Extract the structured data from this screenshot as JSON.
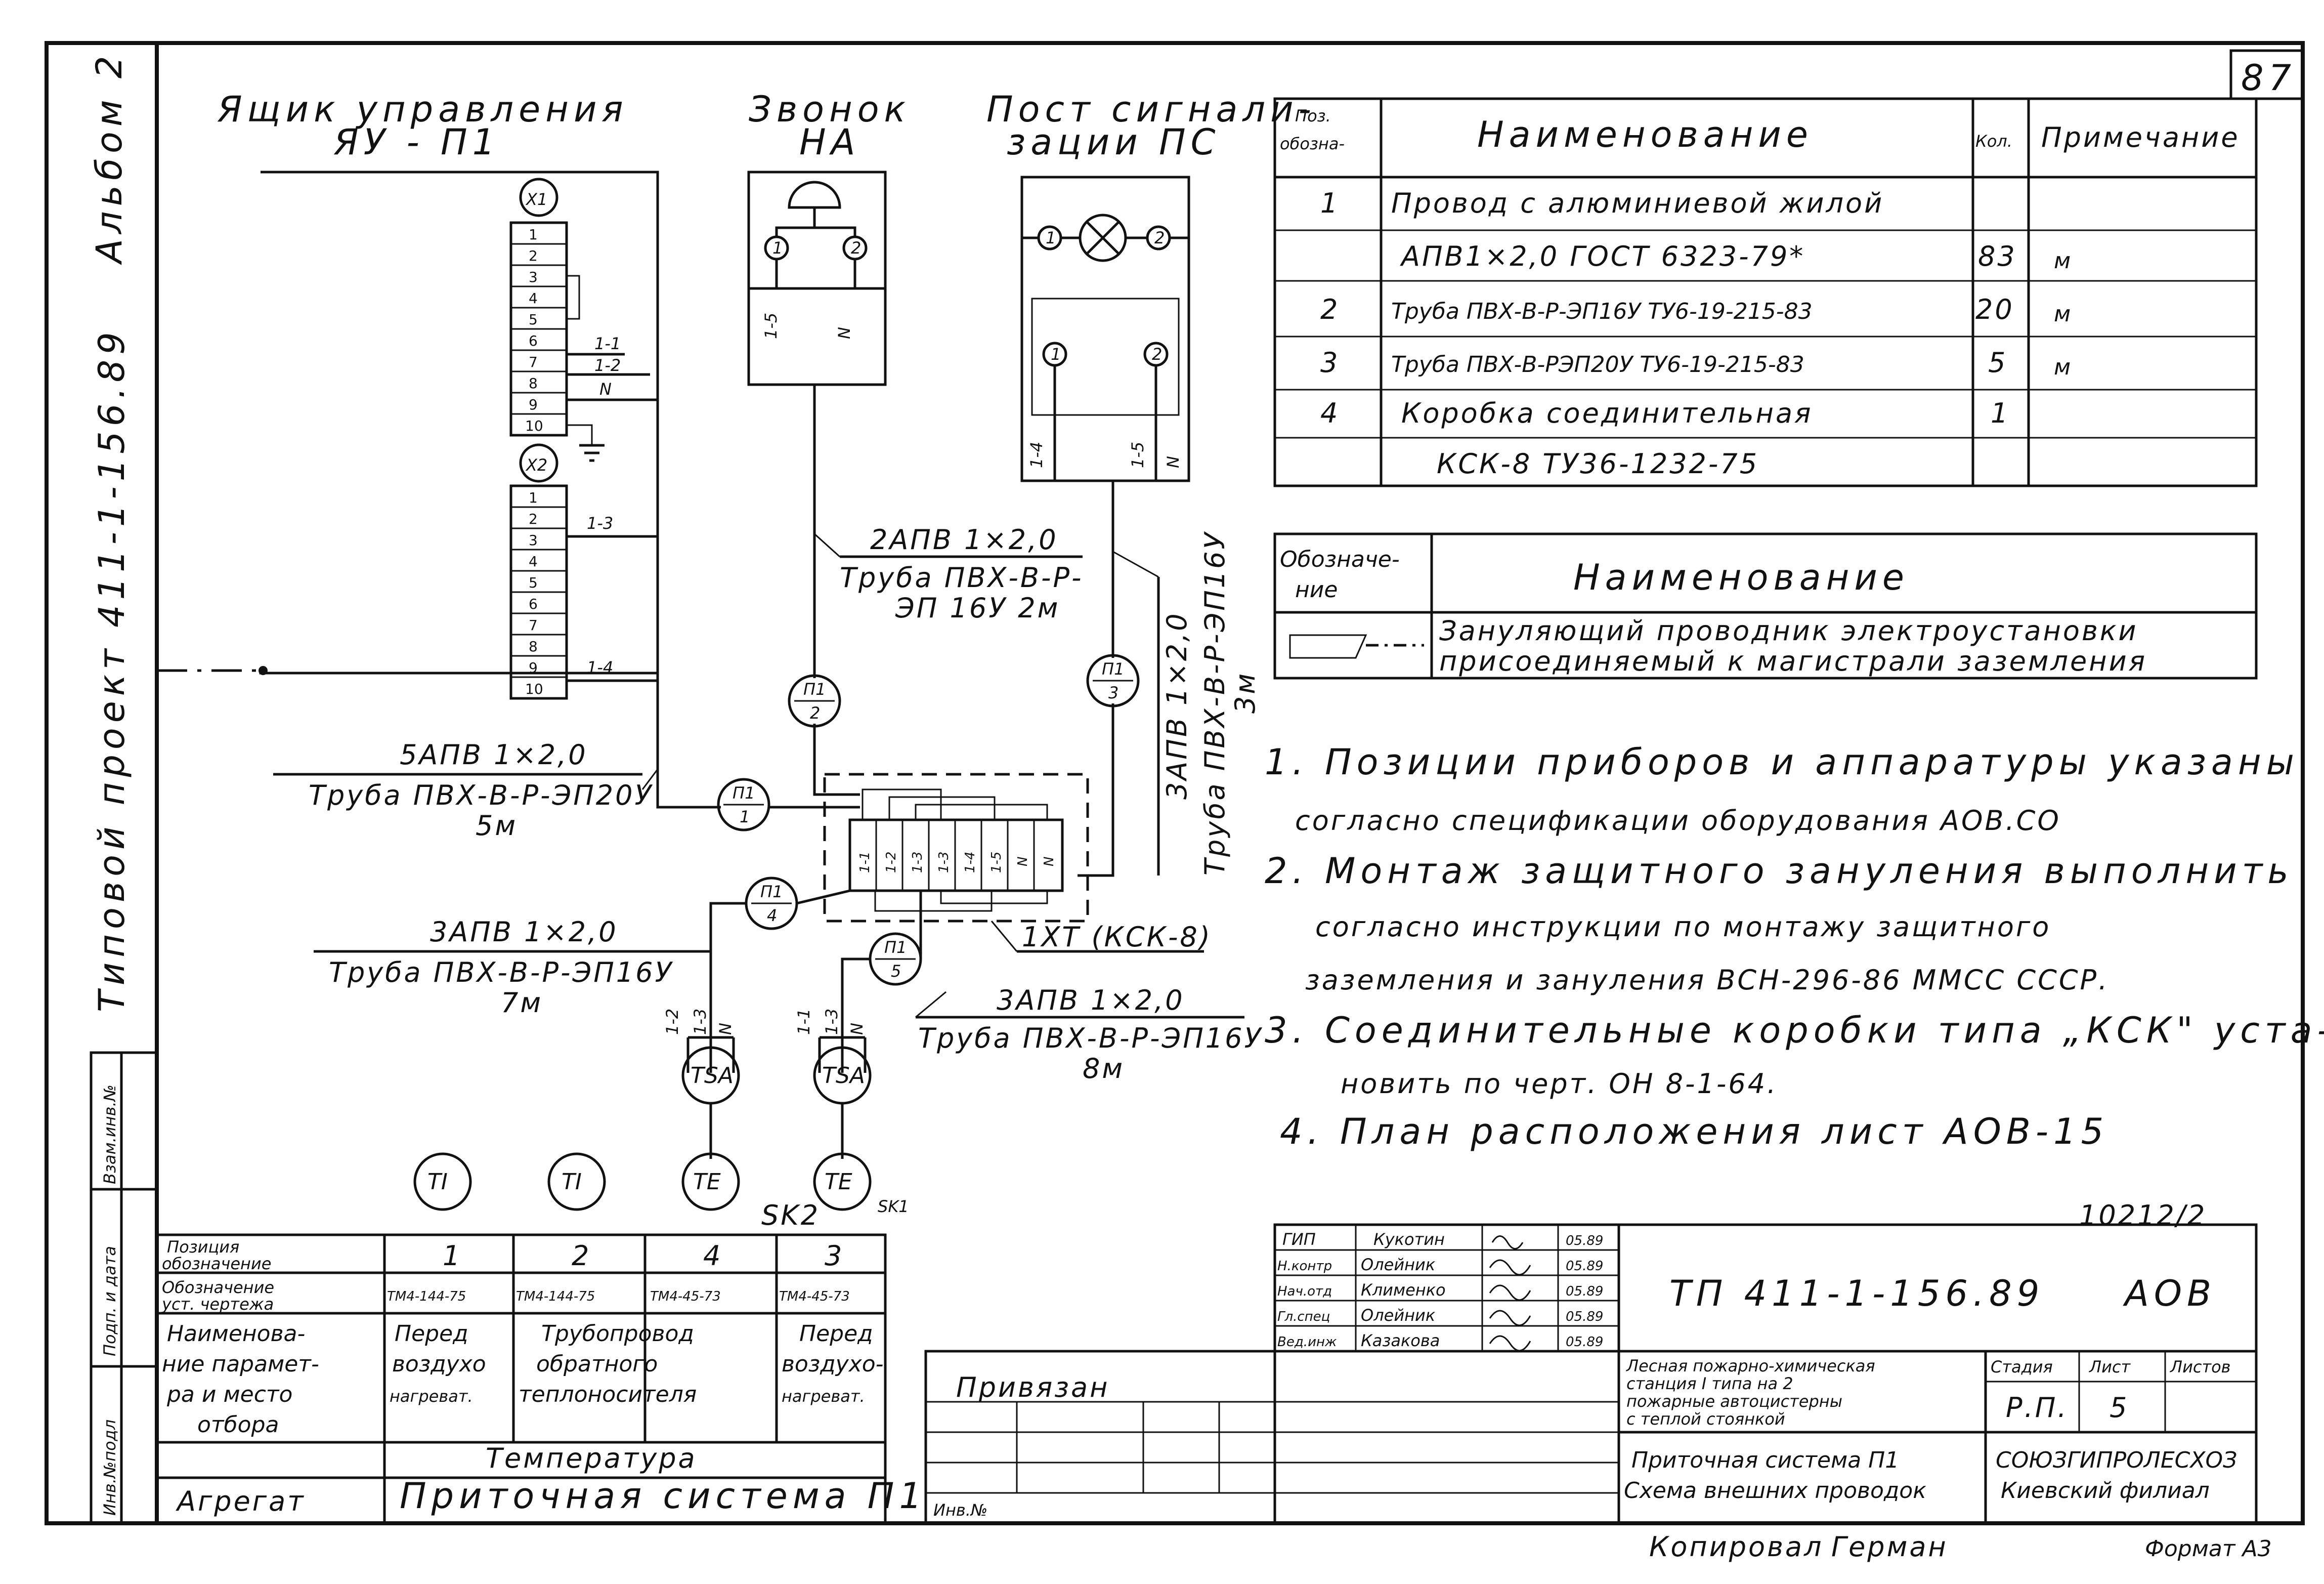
{
  "sheet": {
    "page_number": "87",
    "album": "Альбом 2",
    "project_side": "Типовой проект 411-1-156.89",
    "stamp_number": "10212/2",
    "bottom_copied": "Копировал",
    "bottom_name": "Герман",
    "bottom_format": "Формат А3"
  },
  "components": {
    "control_box_title_1": "Ящик управления",
    "control_box_title_2": "ЯУ - П1",
    "x1": "X1",
    "x2": "X2",
    "terminals": [
      "1",
      "2",
      "3",
      "4",
      "5",
      "6",
      "7",
      "8",
      "9",
      "10"
    ],
    "bell_title_1": "Звонок",
    "bell_title_2": "НА",
    "post_title_1": "Пост сигнали-",
    "post_title_2": "зации ПС",
    "term1": "1",
    "term2": "2",
    "wire_1_1": "1-1",
    "wire_1_2": "1-2",
    "wire_1_3": "1-3",
    "wire_1_4": "1-4",
    "wire_1_5": "1-5",
    "wire_N": "N",
    "box_terms": [
      "1-1",
      "1-2",
      "1-3",
      "1-3",
      "1-4",
      "1-5",
      "N",
      "N"
    ],
    "box_label": "1ХТ (КСК-8)"
  },
  "cables": {
    "c1_wire": "5АПВ 1×2,0",
    "c1_pipe": "Труба ПВХ-В-Р-ЭП20У",
    "c1_len": "5м",
    "c2_wire": "2АПВ 1×2,0",
    "c2_pipe": "Труба ПВХ-В-Р-",
    "c2_pipe2": "ЭП 16У  2м",
    "c3_wire": "3АПВ 1×2,0",
    "c3_pipe": "Труба ПВХ-В-Р-ЭП16У",
    "c3_len": "3м",
    "c4_wire": "3АПВ 1×2,0",
    "c4_pipe": "Труба ПВХ-В-Р-ЭП16У",
    "c4_len": "7м",
    "c5_wire": "3АПВ 1×2,0",
    "c5_pipe": "Труба ПВХ-В-Р-ЭП16У",
    "c5_len": "8м",
    "p1": "П1",
    "p1n": "1",
    "p2": "П1",
    "p2n": "2",
    "p3": "П1",
    "p3n": "3",
    "p4": "П1",
    "p4n": "4",
    "p5": "П1",
    "p5n": "5"
  },
  "sensors": {
    "tsa": "TSA",
    "ti": "TI",
    "te": "TE",
    "sk2": "SK2",
    "sk1": "SK1",
    "w_a": "1-2",
    "w_b": "1-3",
    "w_c": "N",
    "w_d": "1-1",
    "w_e": "1-3",
    "w_f": "N"
  },
  "spec_table": {
    "h_pos": "Поз.",
    "h_pos2": "обозна-",
    "h_name": "Наименование",
    "h_qty": "Кол.",
    "h_note": "Примечание",
    "rows": [
      {
        "pos": "1",
        "name": "Провод с алюминиевой жилой",
        "qty": "",
        "note": ""
      },
      {
        "pos": "",
        "name": "АПВ1×2,0   ГОСТ 6323-79*",
        "qty": "83",
        "note": "м"
      },
      {
        "pos": "2",
        "name": "Труба ПВХ-В-Р-ЭП16У ТУ6-19-215-83",
        "qty": "20",
        "note": "м"
      },
      {
        "pos": "3",
        "name": "Труба ПВХ-В-РЭП20У ТУ6-19-215-83",
        "qty": "5",
        "note": "м"
      },
      {
        "pos": "4",
        "name": "Коробка соединительная",
        "qty": "1",
        "note": ""
      },
      {
        "pos": "",
        "name": "КСК-8   ТУ36-1232-75",
        "qty": "",
        "note": ""
      }
    ]
  },
  "legend": {
    "h_code": "Обозначе-",
    "h_code2": "ние",
    "h_name": "Наименование",
    "row1": "Зануляющий проводник электроустановки",
    "row2": "присоединяемый к магистрали заземления"
  },
  "notes": [
    "1. Позиции приборов и аппаратуры указаны",
    "согласно спецификации оборудования АОВ.СО",
    "2. Монтаж защитного зануления выполнить",
    "согласно инструкции по монтажу защитного",
    "заземления и зануления ВСН-296-86 ММСС СССР.",
    "3. Соединительные коробки типа „КСК\" уста-",
    "новить по черт. ОН 8-1-64.",
    "4. План расположения лист АОВ-15"
  ],
  "sensor_table": {
    "r1_label_1": "Позиция",
    "r1_label_2": "обозначение",
    "r1": [
      "1",
      "2",
      "4",
      "3"
    ],
    "r2_label_1": "Обозначение",
    "r2_label_2": "уст. чертежа",
    "r2": [
      "ТМ4-144-75",
      "ТМ4-144-75",
      "ТМ4-45-73",
      "ТМ4-45-73"
    ],
    "r3_label": [
      "Наименова-",
      "ние парамет-",
      "ра и место",
      "отбора"
    ],
    "r3_c1": [
      "Перед",
      "воздухо",
      "нагреват."
    ],
    "r3_c23": [
      "Трубопровод",
      "обратного",
      "теплоносителя"
    ],
    "r3_c4": [
      "Перед",
      "воздухо-",
      "нагреват."
    ],
    "r4": "Температура",
    "r5_label": "Агрегат",
    "r5": "Приточная система П1"
  },
  "left_strip": {
    "inv_podl": "Инв.№подл",
    "podp": "Подп. и дата",
    "vzam": "Взам.инв.№"
  },
  "title_block": {
    "privyazan": "Привязан",
    "inv": "Инв.№",
    "roles": [
      "ГИП",
      "Н.контр",
      "Нач.отд",
      "Гл.спец",
      "Вед.инж"
    ],
    "names": [
      "Кукотин",
      "Олейник",
      "Клименко",
      "Олейник",
      "Казакова"
    ],
    "dates": [
      "05.89",
      "05.89",
      "05.89",
      "05.89",
      "05.89"
    ],
    "code": "ТП 411-1-156.89",
    "code2": "АОВ",
    "object": [
      "Лесная пожарно-химическая",
      "станция I типа на 2",
      "пожарные автоцистерны",
      "с теплой стоянкой"
    ],
    "stage_h": "Стадия",
    "sheet_h": "Лист",
    "sheets_h": "Листов",
    "stage": "Р.П.",
    "sheet": "5",
    "sheets": "",
    "drawing": [
      "Приточная система П1",
      "Схема внешних проводок"
    ],
    "org": [
      "СОЮЗГИПРОЛЕСХОЗ",
      "Киевский филиал"
    ]
  }
}
